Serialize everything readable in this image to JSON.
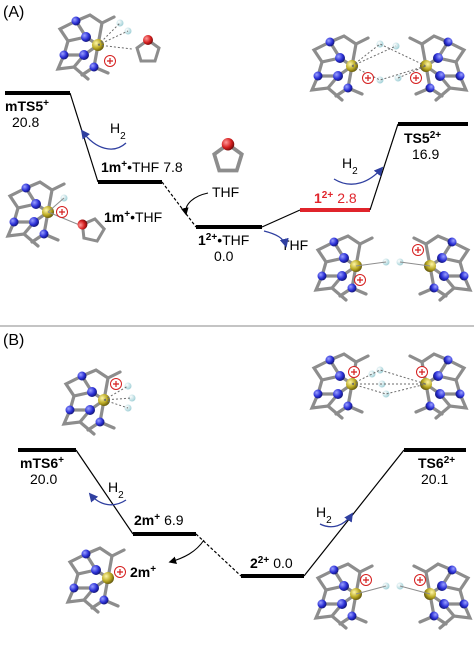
{
  "panel_a": {
    "label": "(A)",
    "levels": {
      "mts5": {
        "name": "mTS5",
        "charge": "+",
        "energy": "20.8"
      },
      "m1_thf": {
        "name": "1m",
        "charge": "+",
        "suffix": "•THF",
        "energy": "7.8"
      },
      "m1": {
        "name": "1m",
        "charge": "+",
        "suffix": "•THF"
      },
      "d_thf": {
        "name": "1",
        "charge": "2+",
        "suffix": "•THF",
        "energy": "0.0"
      },
      "d1": {
        "name": "1",
        "charge": "2+",
        "energy": "2.8"
      },
      "ts5": {
        "name": "TS5",
        "charge": "2+",
        "energy": "16.9"
      }
    },
    "h2_left": {
      "base": "H",
      "sub": "2"
    },
    "h2_right": {
      "base": "H",
      "sub": "2"
    },
    "thf_top": "THF",
    "thf_bottom": "THF",
    "accent_color": "#e0242b"
  },
  "panel_b": {
    "label": "(B)",
    "levels": {
      "mts6": {
        "name": "mTS6",
        "charge": "+",
        "energy": "20.0"
      },
      "m2": {
        "name": "2m",
        "charge": "+",
        "energy": "6.9"
      },
      "m2_free": {
        "name": "2m",
        "charge": "+"
      },
      "d2": {
        "name": "2",
        "charge": "2+",
        "energy": "0.0"
      },
      "ts6": {
        "name": "TS6",
        "charge": "2+",
        "energy": "20.1"
      }
    },
    "h2_left": {
      "base": "H",
      "sub": "2"
    },
    "h2_right": {
      "base": "H",
      "sub": "2"
    }
  },
  "colors": {
    "nitrogen": "#2a2fd6",
    "metal": "#b9a820",
    "oxygen": "#d51f1f",
    "hydrogen": "#bfe6ea",
    "bond": "#8d8d8d",
    "arrow": "#2f3fa0"
  }
}
